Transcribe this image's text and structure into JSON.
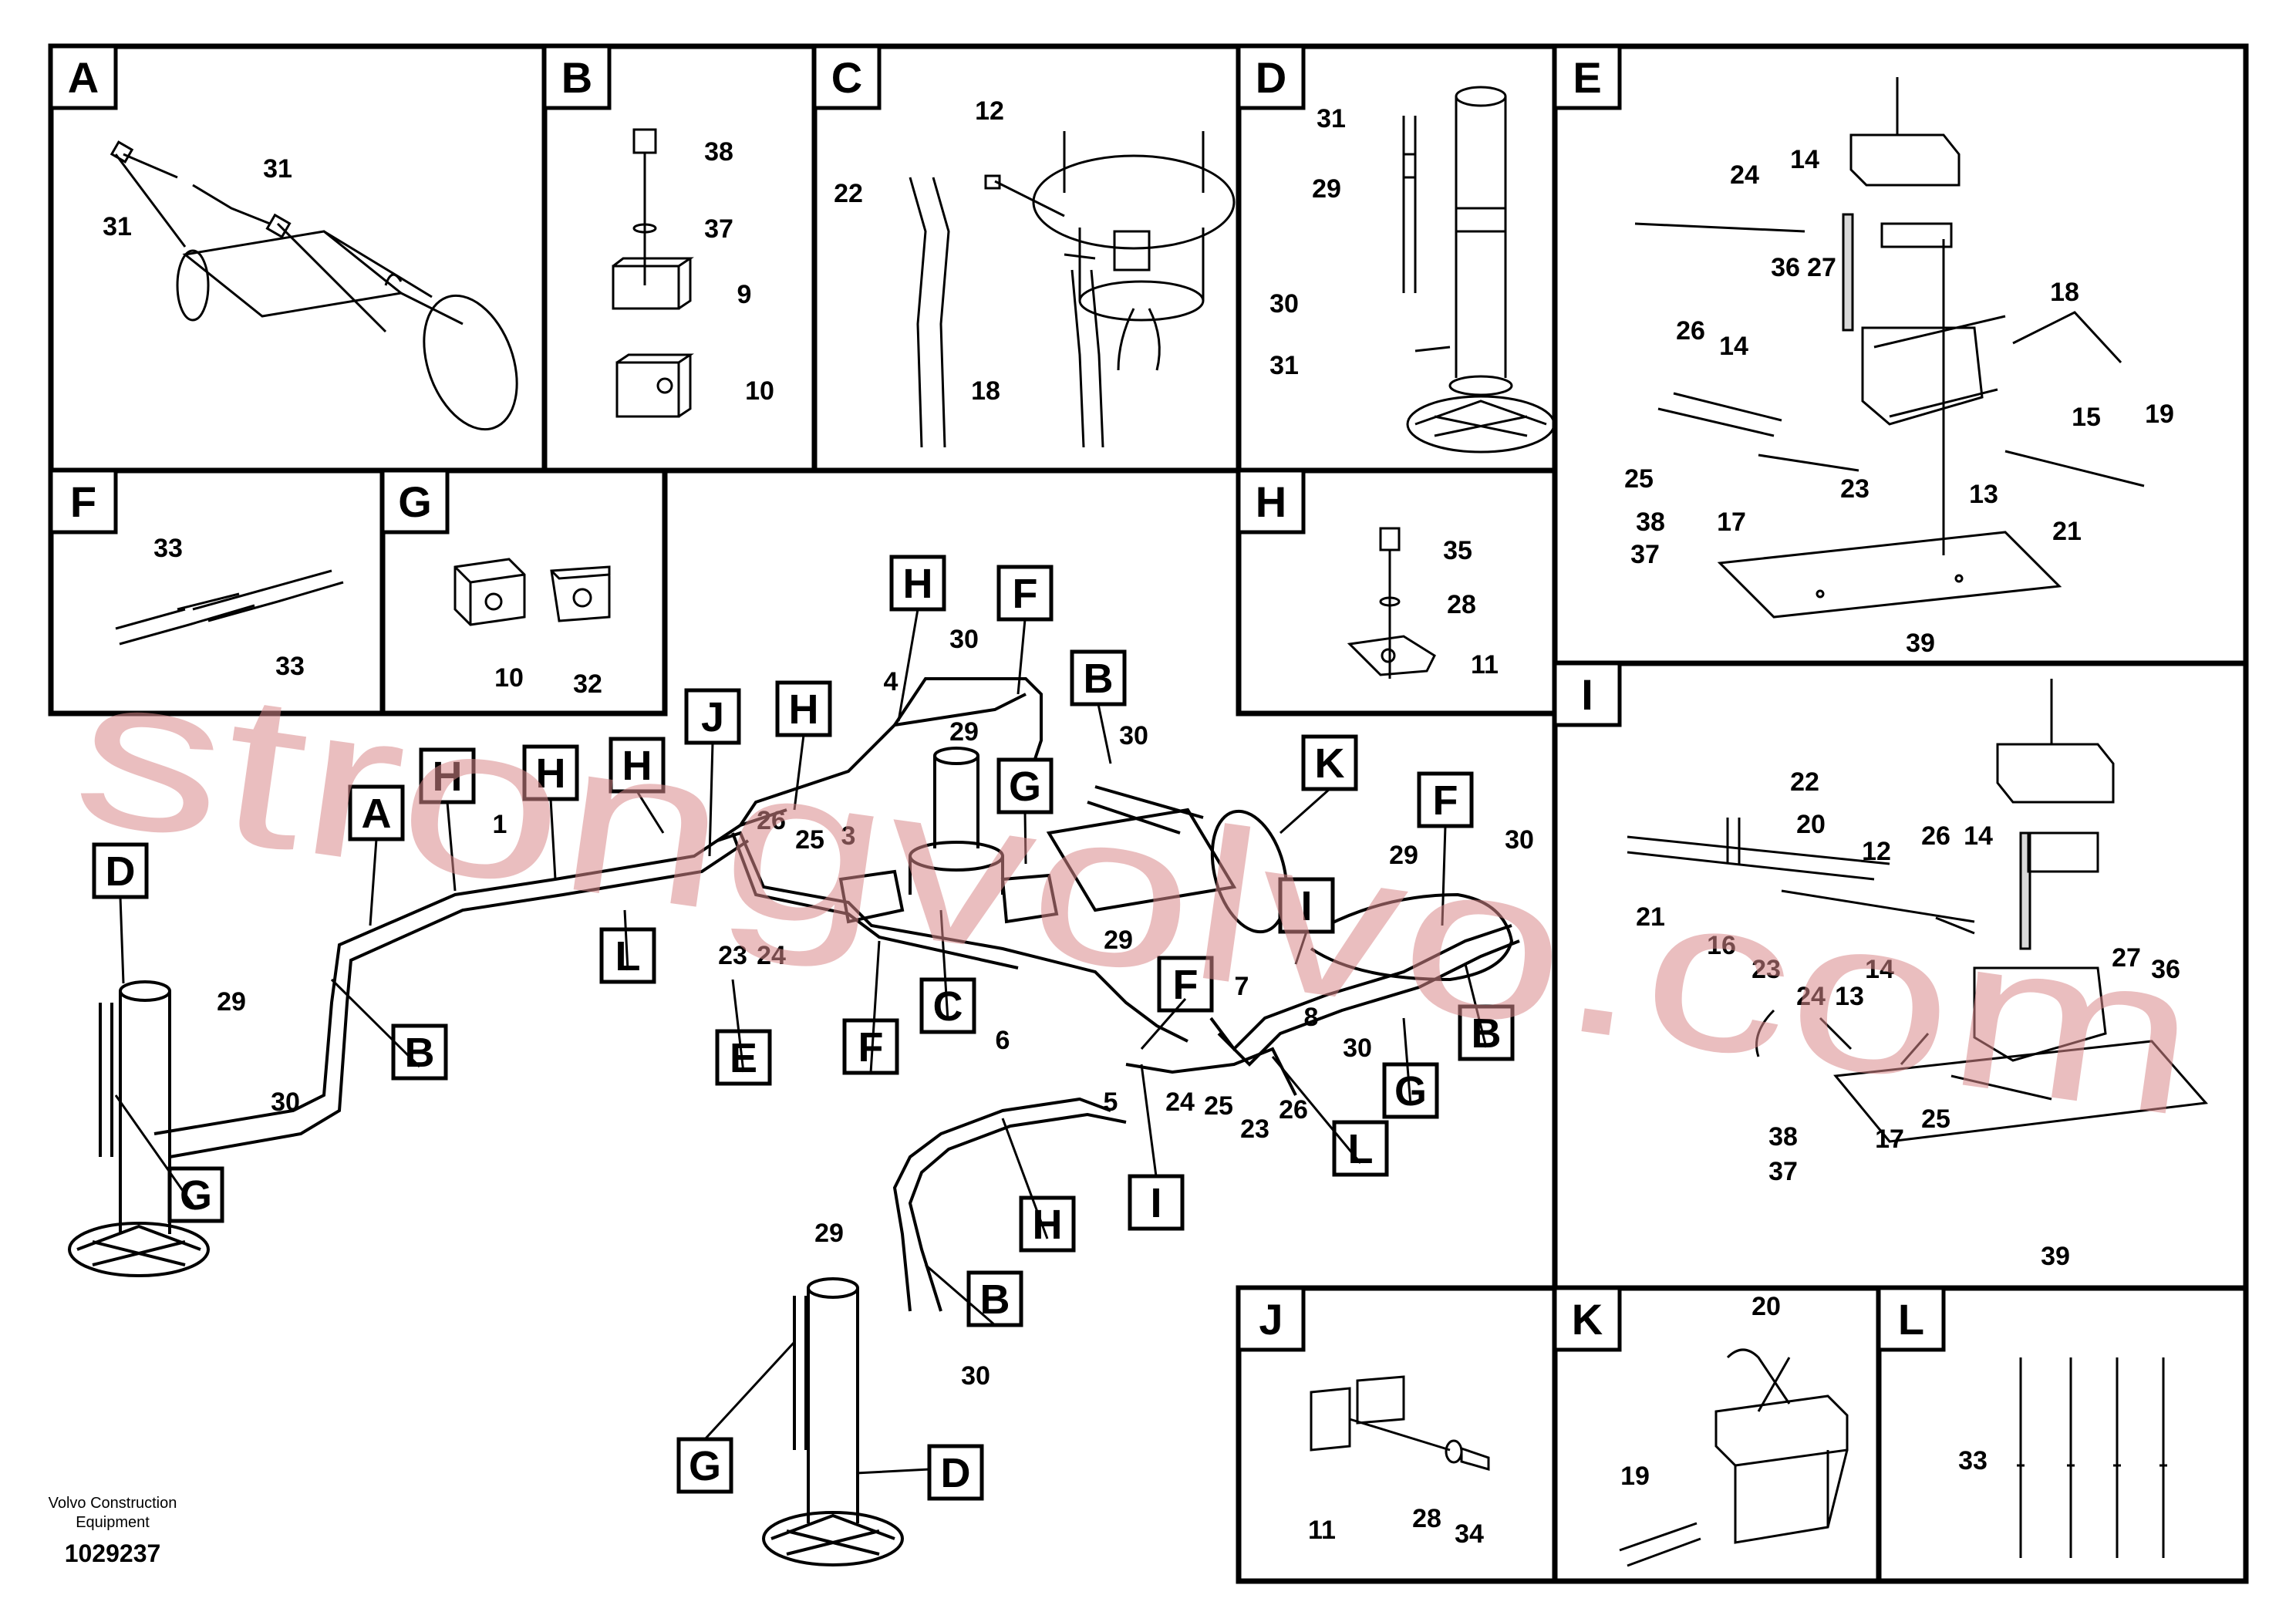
{
  "panels": {
    "A": {
      "letter": "A",
      "labels": [
        "31",
        "31"
      ]
    },
    "B": {
      "letter": "B",
      "labels": [
        "38",
        "37",
        "9",
        "10"
      ]
    },
    "C": {
      "letter": "C",
      "labels": [
        "12",
        "22",
        "18"
      ]
    },
    "D": {
      "letter": "D",
      "labels": [
        "31",
        "29",
        "30",
        "31"
      ]
    },
    "E": {
      "letter": "E",
      "labels": [
        "24",
        "14",
        "36",
        "27",
        "18",
        "26",
        "14",
        "15",
        "19",
        "25",
        "23",
        "13",
        "38",
        "17",
        "37",
        "21",
        "39"
      ]
    },
    "F": {
      "letter": "F",
      "labels": [
        "33",
        "33"
      ]
    },
    "G": {
      "letter": "G",
      "labels": [
        "10",
        "32"
      ]
    },
    "H": {
      "letter": "H",
      "labels": [
        "35",
        "28",
        "11"
      ]
    },
    "I": {
      "letter": "I",
      "labels": [
        "22",
        "20",
        "21",
        "16",
        "12",
        "26",
        "14",
        "23",
        "24",
        "13",
        "14",
        "27",
        "36",
        "38",
        "17",
        "37",
        "25",
        "39"
      ]
    },
    "J": {
      "letter": "J",
      "labels": [
        "11",
        "28",
        "34"
      ]
    },
    "K": {
      "letter": "K",
      "labels": [
        "20",
        "19"
      ]
    },
    "L": {
      "letter": "L",
      "labels": [
        "33"
      ]
    }
  },
  "main": {
    "callouts": [
      "H",
      "H",
      "H",
      "H",
      "J",
      "H",
      "F",
      "B",
      "G",
      "K",
      "A",
      "F",
      "D",
      "F",
      "B",
      "G",
      "L",
      "C",
      "E",
      "F",
      "I",
      "G",
      "B",
      "L",
      "H",
      "I",
      "B",
      "G",
      "D"
    ],
    "part_numbers": [
      "1",
      "29",
      "30",
      "3",
      "4",
      "30",
      "29",
      "26",
      "25",
      "24",
      "23",
      "30",
      "29",
      "7",
      "8",
      "30",
      "29",
      "30",
      "6",
      "5",
      "24",
      "25",
      "23",
      "26",
      "29",
      "30"
    ]
  },
  "footer": {
    "company_line1": "Volvo Construction",
    "company_line2": "Equipment",
    "drawing_number": "1029237"
  },
  "watermark": "strongvolvo.com"
}
